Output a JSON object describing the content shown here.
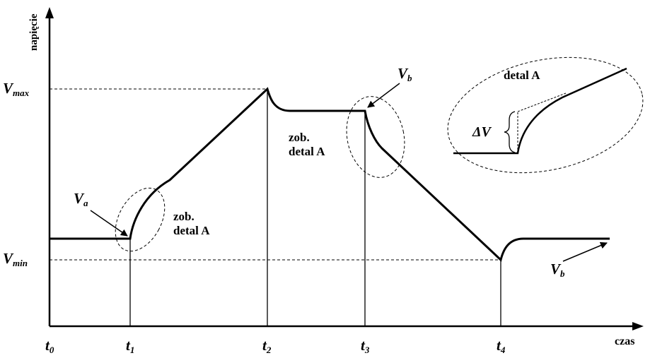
{
  "axes": {
    "y_label": "napięcie",
    "x_label": "czas"
  },
  "levels": {
    "vmax": {
      "main": "V",
      "sub": "max"
    },
    "vmin": {
      "main": "V",
      "sub": "min"
    }
  },
  "time_ticks": [
    {
      "main": "t",
      "sub": "0"
    },
    {
      "main": "t",
      "sub": "1"
    },
    {
      "main": "t",
      "sub": "2"
    },
    {
      "main": "t",
      "sub": "3"
    },
    {
      "main": "t",
      "sub": "4"
    }
  ],
  "points": {
    "va": {
      "main": "V",
      "sub": "a"
    },
    "vb_top": {
      "main": "V",
      "sub": "b"
    },
    "vb_bottom": {
      "main": "V",
      "sub": "b"
    }
  },
  "annotations": {
    "detail_ref_1_line1": "zob.",
    "detail_ref_1_line2": "detal A",
    "detail_ref_2_line1": "zob.",
    "detail_ref_2_line2": "detal A",
    "inset_title": "detal A",
    "delta_v": "ΔV"
  },
  "colors": {
    "stroke": "#000000",
    "background": "#ffffff"
  }
}
